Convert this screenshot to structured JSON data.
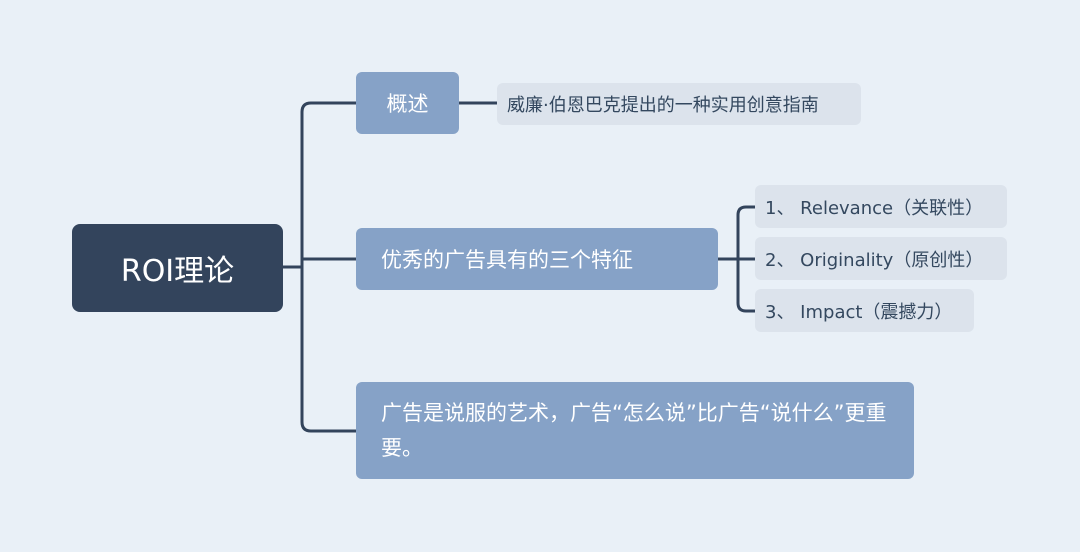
{
  "mindmap": {
    "root": {
      "label": "ROI理论"
    },
    "branches": [
      {
        "label": "概述",
        "children": [
          {
            "label": "威廉·伯恩巴克提出的一种实用创意指南"
          }
        ]
      },
      {
        "label": "优秀的广告具有的三个特征",
        "children": [
          {
            "label": "1、 Relevance（关联性）"
          },
          {
            "label": "2、 Originality（原创性）"
          },
          {
            "label": "3、 Impact（震撼力）"
          }
        ]
      },
      {
        "label": "广告是说服的艺术，广告“怎么说”比广告“说什么”更重要。",
        "children": []
      }
    ]
  },
  "colors": {
    "background": "#e9f0f7",
    "root_fill": "#33445c",
    "branch_fill": "#86a2c7",
    "leaf_fill": "#dce3ec",
    "connector": "#33445c"
  }
}
